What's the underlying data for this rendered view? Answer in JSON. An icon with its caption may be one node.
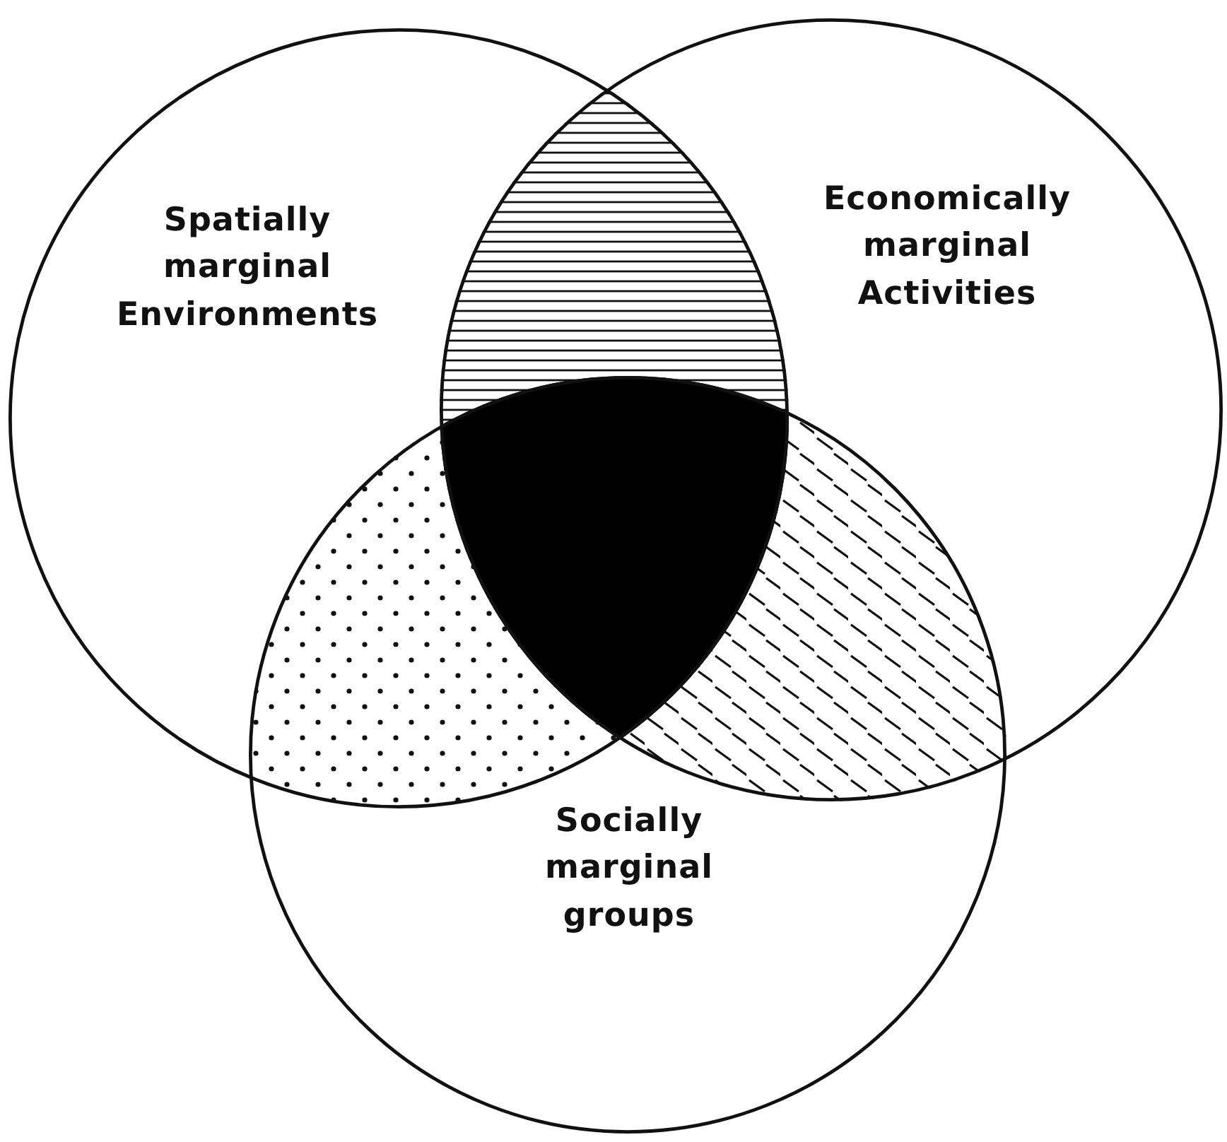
{
  "diagram": {
    "nodes": [
      {
        "text": [
          "Spatially marginal Environments"
        ]
      },
      {
        "text": [
          "Economically marginal Activities"
        ]
      },
      {
        "text": [
          "Socially marginal groups"
        ]
      }
    ]
  }
}
